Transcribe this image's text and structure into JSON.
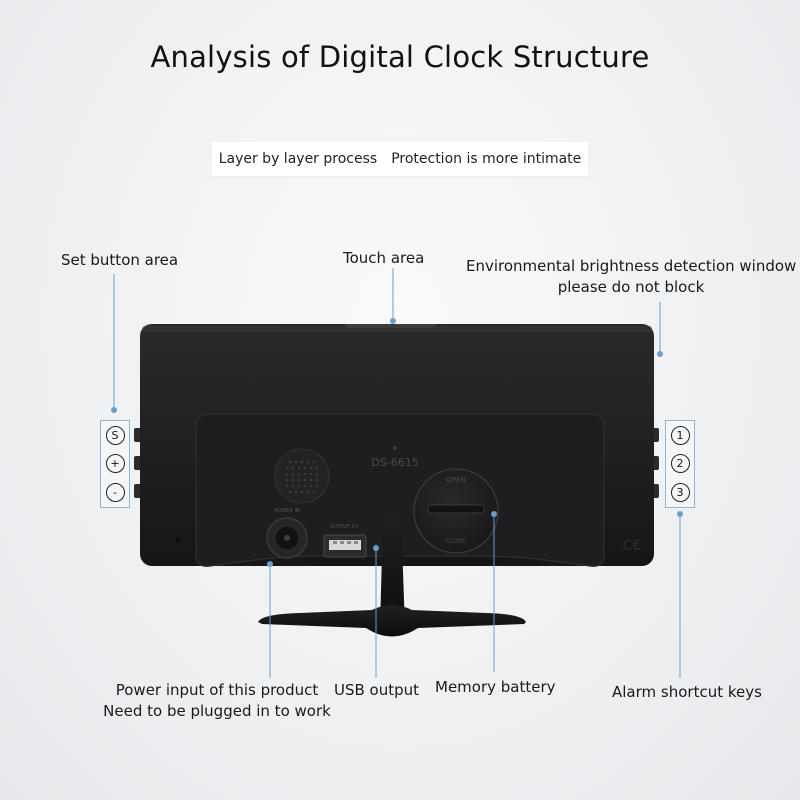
{
  "title": "Analysis of Digital Clock Structure",
  "subtitle": {
    "left": "Layer by layer process",
    "right": "Protection is more intimate"
  },
  "labels": {
    "set_button_area": "Set button area",
    "touch_area": "Touch area",
    "brightness_window_line1": "Environmental brightness detection window",
    "brightness_window_line2": "please do not block",
    "power_input_line1": "Power input of this product",
    "power_input_line2": "Need to be plugged in to work",
    "usb_output": "USB output",
    "memory_battery": "Memory battery",
    "alarm_shortcut_keys": "Alarm shortcut keys"
  },
  "set_buttons": [
    "S",
    "+",
    "-"
  ],
  "alarm_keys": [
    "1",
    "2",
    "3"
  ],
  "device_markings": {
    "model": "DS-6615",
    "power_port": "POWER IN",
    "usb_port": "OUTPUT 5V",
    "battery_open": "OPEN",
    "battery_close": "CLOSE"
  },
  "colors": {
    "leader_line": "#6f9cc8",
    "device_body": "#1c1c1e",
    "device_stand": "#111214",
    "background": "#eef0f2"
  }
}
